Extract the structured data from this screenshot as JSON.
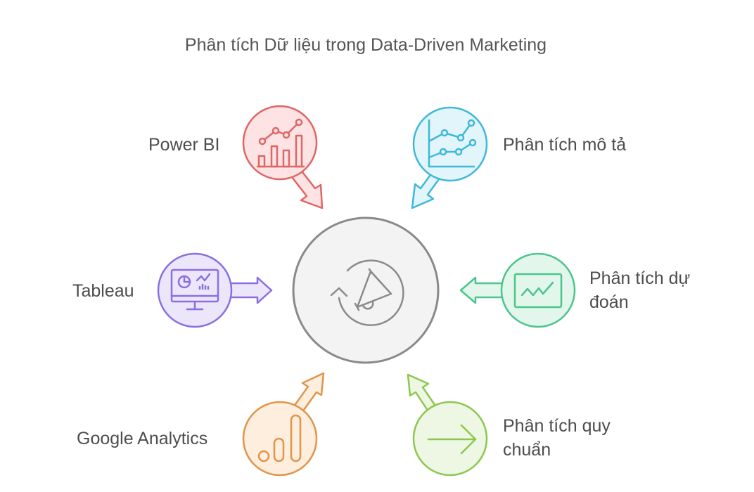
{
  "title": "Phân tích Dữ liệu trong Data-Driven Marketing",
  "center": {
    "icon": "megaphone-cycle-icon",
    "color": "#8a8a8a",
    "fill": "#f3f3f3"
  },
  "nodes": [
    {
      "id": "power-bi",
      "label": "Power BI",
      "icon": "bar-line-chart-icon",
      "stroke": "#e06666",
      "fill": "#fde3e3"
    },
    {
      "id": "descriptive",
      "label": "Phân tích mô tả",
      "icon": "line-chart-icon",
      "stroke": "#3fb8da",
      "fill": "#e1f5fb"
    },
    {
      "id": "tableau",
      "label": "Tableau",
      "icon": "monitor-dashboard-icon",
      "stroke": "#8b6fe0",
      "fill": "#ece6fb"
    },
    {
      "id": "predictive",
      "label_line1": "Phân tích dự",
      "label_line2": "đoán",
      "icon": "trend-chart-icon",
      "stroke": "#4cc58c",
      "fill": "#e2f6ec"
    },
    {
      "id": "google-analytics",
      "label": "Google Analytics",
      "icon": "analytics-bars-icon",
      "stroke": "#e0954a",
      "fill": "#fdeede"
    },
    {
      "id": "prescriptive",
      "label_line1": "Phân tích quy",
      "label_line2": "chuẩn",
      "icon": "arrow-right-icon",
      "stroke": "#8cc850",
      "fill": "#eef7e3"
    }
  ]
}
